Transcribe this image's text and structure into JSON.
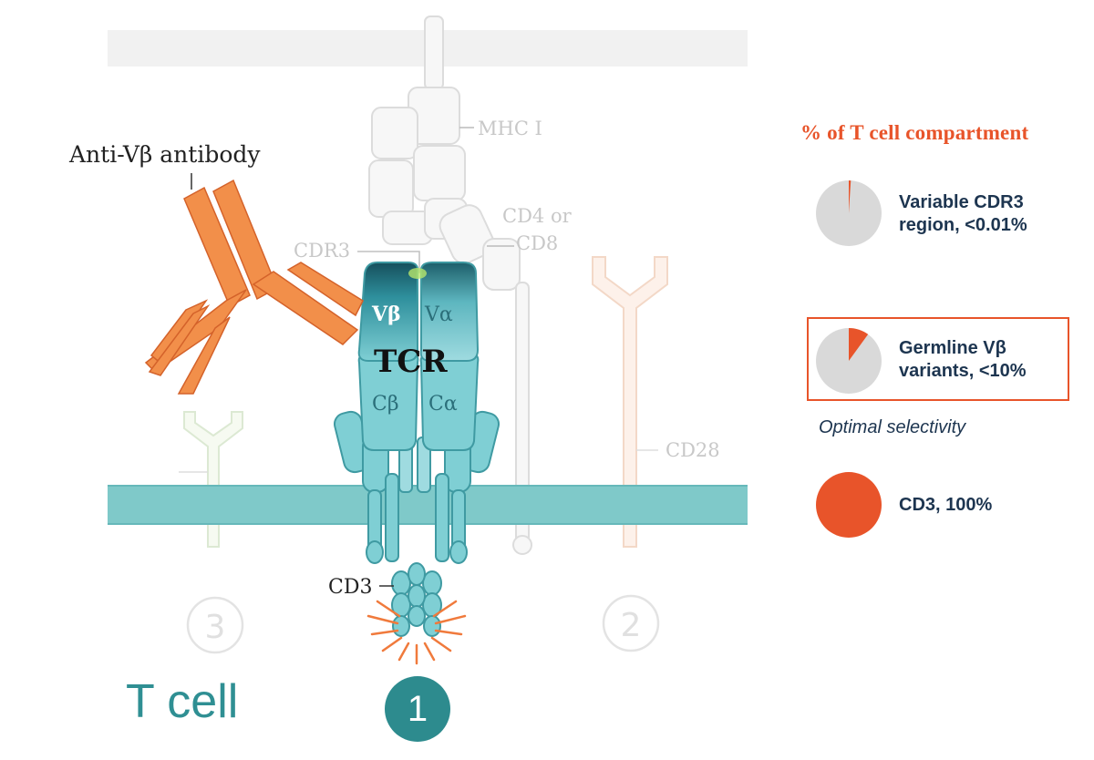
{
  "diagram": {
    "labels": {
      "mhc": "MHC I",
      "cd4": "CD4 or",
      "cd8": "CD8",
      "cdr3": "CDR3",
      "cd28": "CD28",
      "antibody": "Anti-Vβ antibody",
      "vbeta": "Vβ",
      "valpha": "Vα",
      "tcr": "TCR",
      "cbeta": "Cβ",
      "calpha": "Cα",
      "cd3": "CD3",
      "circle_3": "3",
      "circle_2": "2",
      "badge_1": "1",
      "tcell": "T cell"
    },
    "colors": {
      "membrane": "#7fc9c9",
      "tcr_teal": "#7fcfd4",
      "antibody_orange": "#f28f4a",
      "accent_orange": "#e8542a",
      "navy": "#1d3550"
    }
  },
  "legend": {
    "title": "% of T cell compartment",
    "items": [
      {
        "label": "Variable CDR3\nregion, <0.01%",
        "fraction": 0.01,
        "highlighted": false
      },
      {
        "label": "Germline Vβ\nvariants, <10%",
        "fraction": 0.1,
        "highlighted": true
      },
      {
        "label": "CD3, 100%",
        "fraction": 1.0,
        "highlighted": false
      }
    ],
    "selectivity_note": "Optimal selectivity"
  }
}
